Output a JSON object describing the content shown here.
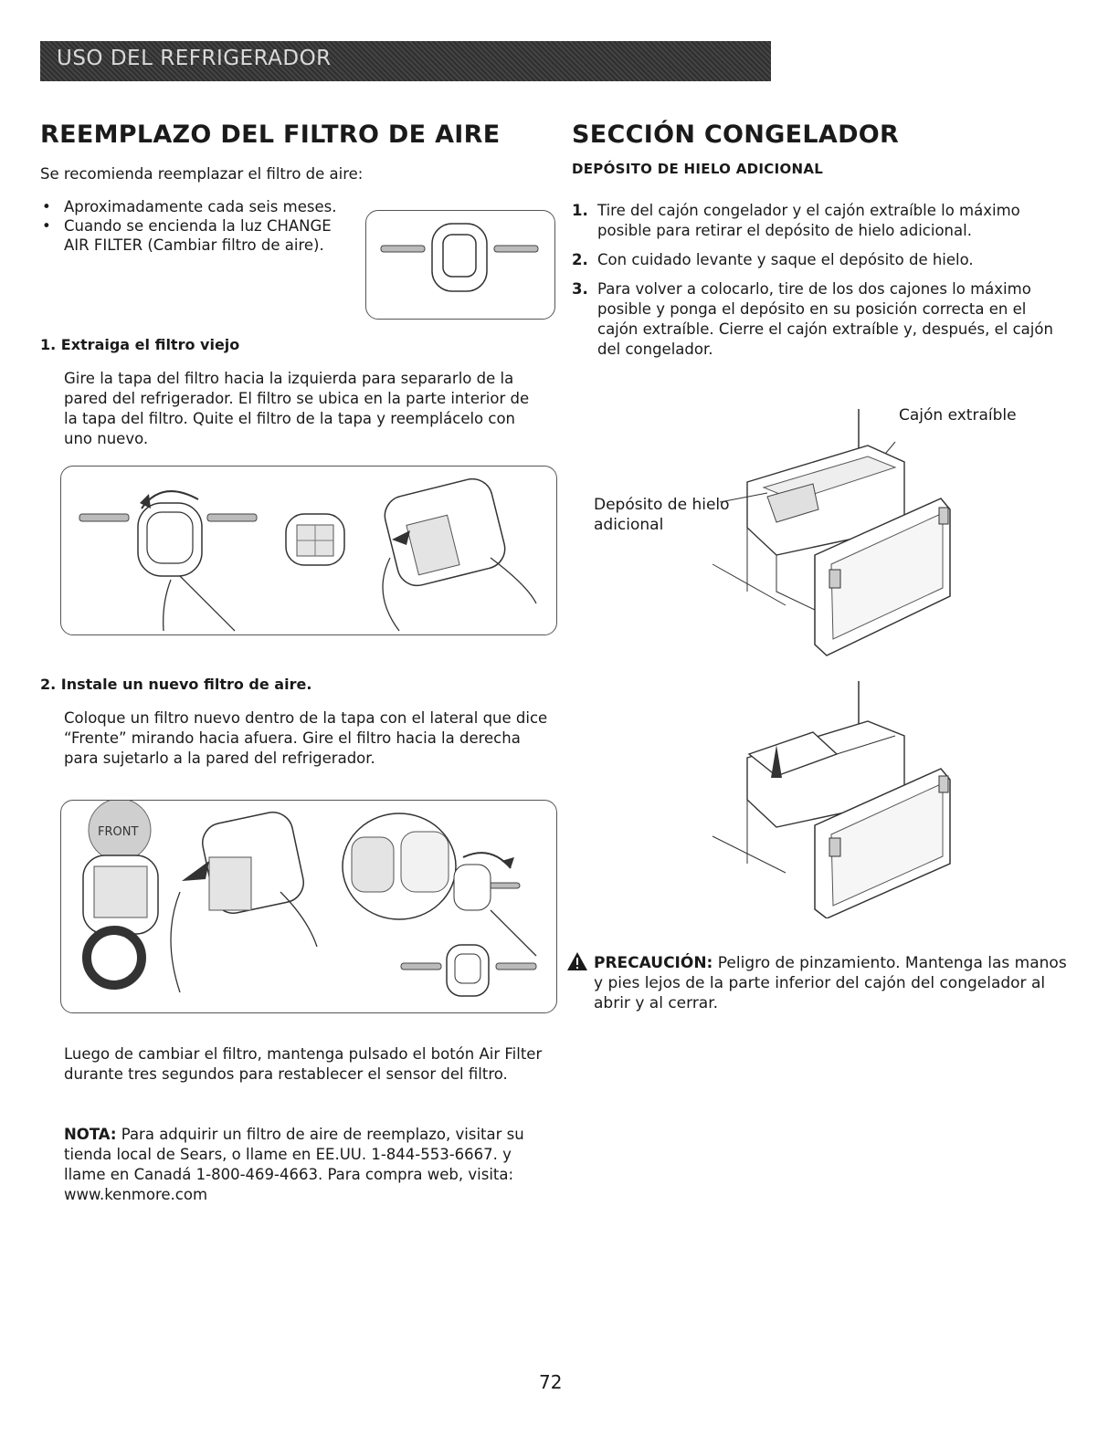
{
  "header": {
    "banner": "USO DEL REFRIGERADOR"
  },
  "left": {
    "title": "REEMPLAZO DEL FILTRO DE AIRE",
    "intro": "Se recomienda reemplazar el filtro de aire:",
    "bullets": [
      "Aproximadamente cada seis meses.",
      "Cuando se encienda la luz CHANGE AIR FILTER (Cambiar filtro de aire)."
    ],
    "step1": {
      "heading": "1. Extraiga el filtro viejo",
      "body": "Gire la tapa del filtro hacia la izquierda para separarlo de la pared del refrigerador. El filtro se ubica en la parte interior de la tapa del filtro. Quite el filtro de la tapa y reemplácelo con uno nuevo."
    },
    "step2": {
      "heading": "2. Instale un nuevo filtro de aire.",
      "body": "Coloque un filtro nuevo dentro de la tapa con el lateral que dice “Frente” mirando hacia afuera. Gire el filtro hacia la derecha para sujetarlo a la pared del refrigerador."
    },
    "front_label": "FRONT",
    "after_text": "Luego de cambiar el filtro, mantenga pulsado el botón Air Filter durante tres segundos para restablecer el sensor del filtro.",
    "note_label": "NOTA:",
    "note_text": "Para adquirir un filtro de aire de reemplazo, visitar su tienda local de Sears, o llame en EE.UU. 1-844-553-6667. y llame en Canadá 1-800-469-4663. Para compra web, visita: www.kenmore.com"
  },
  "right": {
    "title": "SECCIÓN CONGELADOR",
    "subtitle": "DEPÓSITO DE HIELO ADICIONAL",
    "steps": [
      {
        "num": "1.",
        "text": "Tire del cajón congelador y el cajón extraíble lo máximo posible para retirar el depósito de hielo adicional."
      },
      {
        "num": "2.",
        "text": "Con cuidado levante y saque el depósito de hielo."
      },
      {
        "num": "3.",
        "text": "Para volver a colocarlo, tire de los dos cajones lo máximo posible y ponga el depósito en su posición correcta en el cajón extraíble. Cierre el cajón extraíble y, después, el cajón del congelador."
      }
    ],
    "label_cajon": "Cajón extraíble",
    "label_deposito": "Depósito de hielo adicional",
    "caution_label": "PRECAUCIÓN:",
    "caution_text": "Peligro de pinzamiento. Mantenga las manos y pies lejos de la parte inferior del cajón del congelador al abrir y al cerrar."
  },
  "footer": {
    "page_number": "72"
  }
}
